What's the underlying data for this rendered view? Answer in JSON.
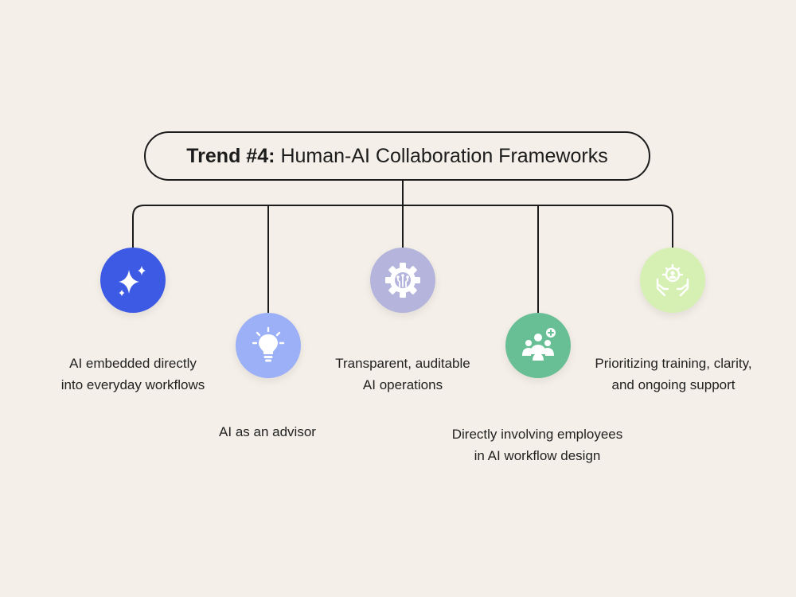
{
  "title": {
    "strong": "Trend #4:",
    "rest": "Human-AI Collaboration Frameworks"
  },
  "colors": {
    "background": "#f4efe8",
    "line": "#1c1c1c",
    "node_sparkle": "#3d5ae4",
    "node_bulb": "#9bb0f7",
    "node_gear": "#b4b4dc",
    "node_people": "#69bf95",
    "node_hands": "#d6f0b4"
  },
  "items": [
    {
      "icon": "sparkle-icon",
      "lines": [
        "AI embedded directly",
        "into everyday workflows"
      ]
    },
    {
      "icon": "lightbulb-icon",
      "lines": [
        "AI as an advisor"
      ]
    },
    {
      "icon": "gear-circuit-icon",
      "lines": [
        "Transparent, auditable",
        "AI operations"
      ]
    },
    {
      "icon": "people-plus-icon",
      "lines": [
        "Directly involving employees",
        "in AI workflow design"
      ]
    },
    {
      "icon": "hands-gear-person-icon",
      "lines": [
        "Prioritizing training, clarity,",
        "and ongoing support"
      ]
    }
  ]
}
